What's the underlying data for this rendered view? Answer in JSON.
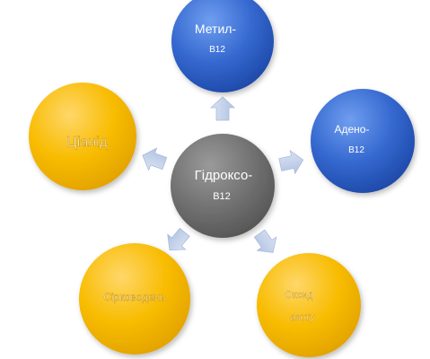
{
  "diagram": {
    "center": {
      "line1": "Гідроксо-",
      "line2": "B12"
    },
    "nodes": {
      "methyl": {
        "line1": "Метил-",
        "line2": "B12"
      },
      "adeno": {
        "line1": "Адено-",
        "line2": "B12"
      },
      "cyanide": {
        "line1": "Ціанід"
      },
      "hydrogen_sulfide": {
        "line1": "Сірководень"
      },
      "nitric_oxide": {
        "line1": "Оксид",
        "line2": "азоту"
      }
    }
  },
  "colors": {
    "blue": "#3468cf",
    "yellow": "#f8bc00",
    "gray": "#6f6f6f",
    "arrow": "#c4d2ea"
  }
}
